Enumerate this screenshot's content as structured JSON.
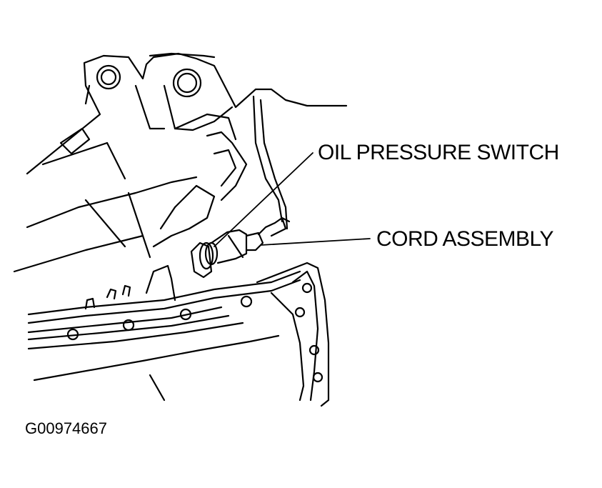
{
  "labels": {
    "oil_pressure_switch": "OIL PRESSURE SWITCH",
    "cord_assembly": "CORD ASSEMBLY"
  },
  "figure_id": "G00974667",
  "colors": {
    "line": "#000000",
    "background": "#ffffff"
  }
}
